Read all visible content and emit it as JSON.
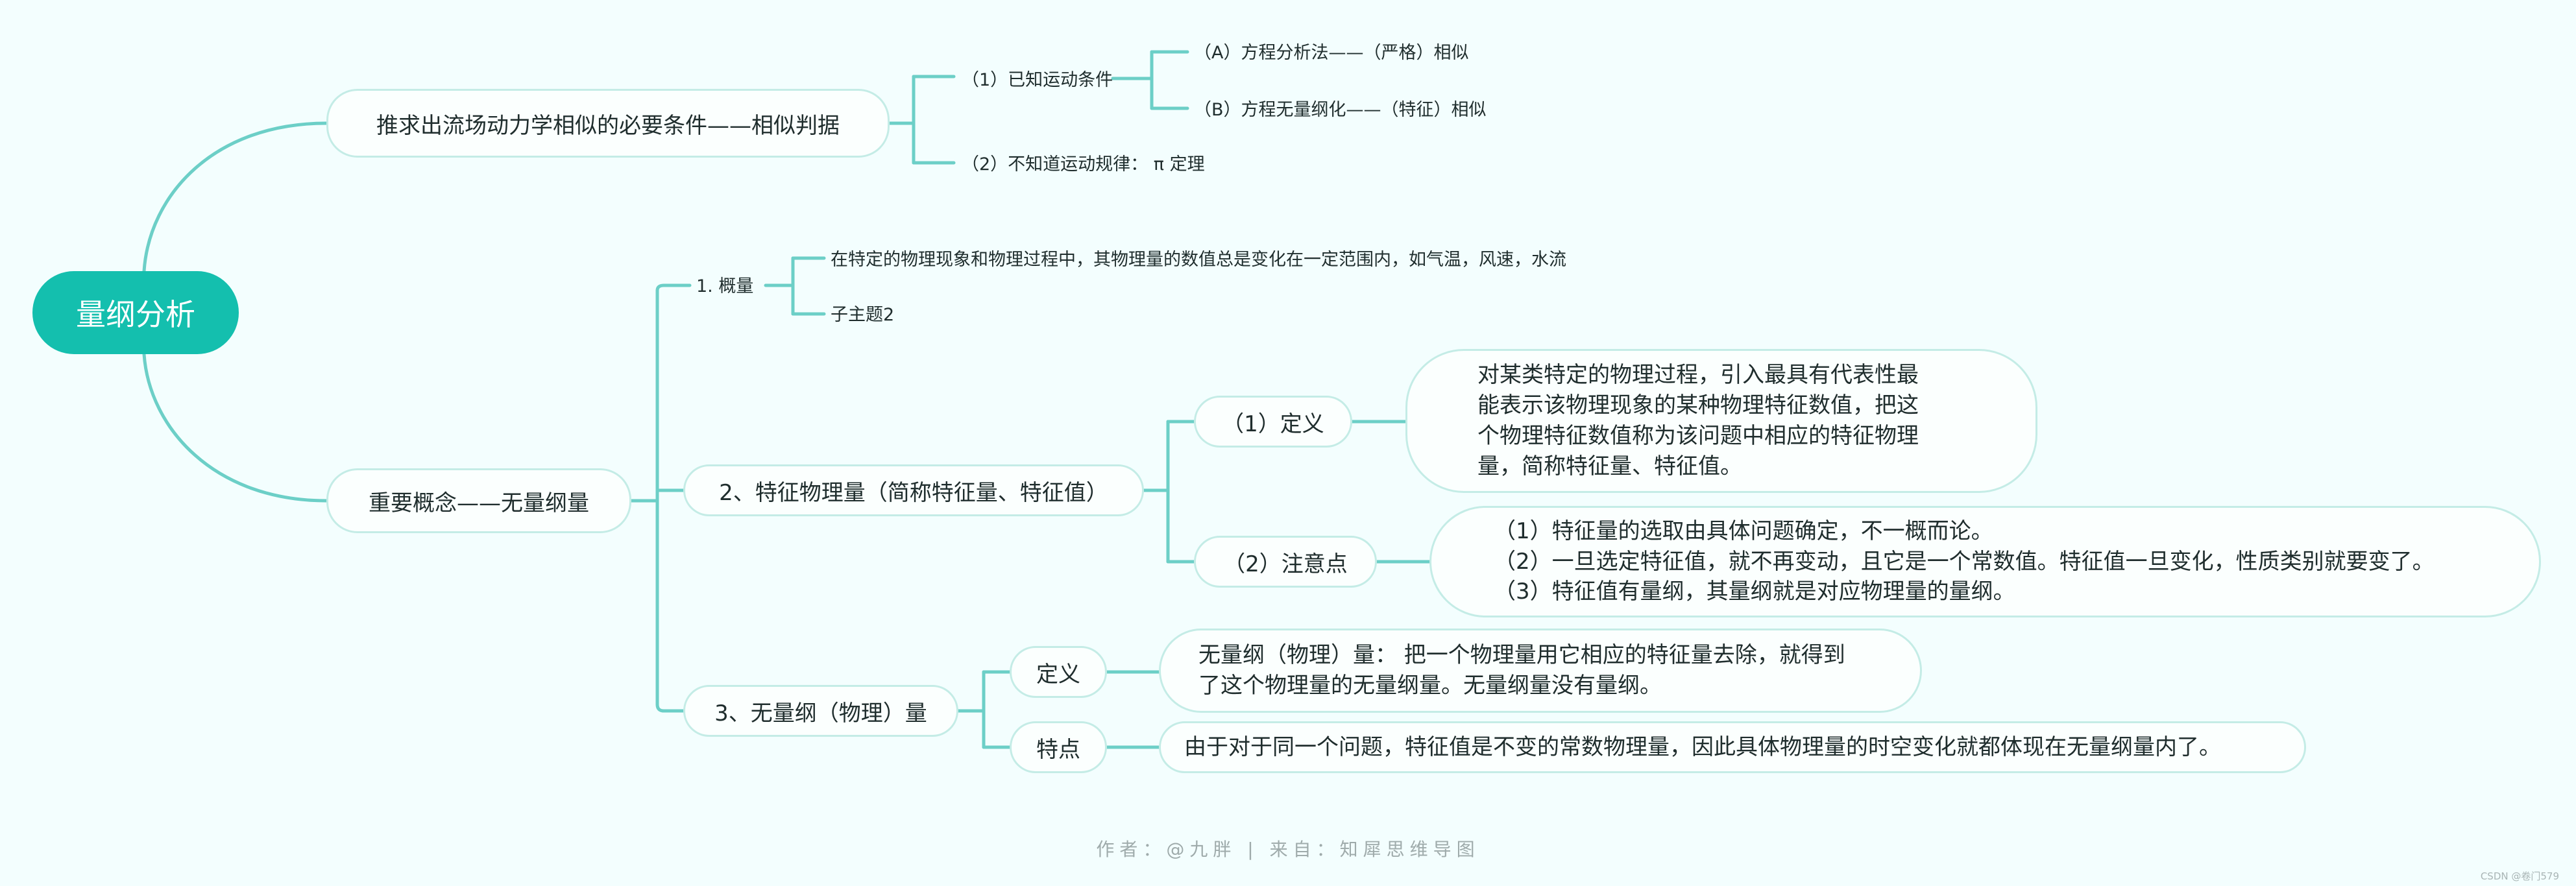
{
  "root": {
    "label": "量纲分析"
  },
  "branch_a": {
    "label": "推求出流场动力学相似的必要条件——相似判据",
    "known": {
      "label": "（1）已知运动条件",
      "items": [
        "（A）方程分析法——（严格）相似",
        "（B）方程无量纲化——（特征）相似"
      ]
    },
    "unknown": {
      "label": "（2）不知道运动规律： π 定理"
    }
  },
  "branch_b": {
    "label": "重要概念——无量纲量",
    "gailiang": {
      "label": "1. 概量",
      "items": [
        "在特定的物理现象和物理过程中，其物理量的数值总是变化在一定范围内，如气温，风速，水流",
        "子主题2"
      ]
    },
    "characteristic": {
      "label": "2、特征物理量（简称特征量、特征值）",
      "definition": {
        "label": "（1）定义",
        "text": [
          "对某类特定的物理过程，引入最具有代表性最",
          "能表示该物理现象的某种物理特征数值，把这",
          "个物理特征数值称为该问题中相应的特征物理",
          "量，简称特征量、特征值。"
        ]
      },
      "notes": {
        "label": "（2）注意点",
        "text": [
          "（1）特征量的选取由具体问题确定，不一概而论。",
          "（2）一旦选定特征值，就不再变动，且它是一个常数值。特征值一旦变化，性质类别就要变了。",
          "（3）特征值有量纲，其量纲就是对应物理量的量纲。"
        ]
      }
    },
    "dimensionless": {
      "label": "3、无量纲（物理）量",
      "definition": {
        "label": "定义",
        "text": [
          "无量纲（物理）量： 把一个物理量用它相应的特征量去除，就得到",
          "了这个物理量的无量纲量。无量纲量没有量纲。"
        ]
      },
      "feature": {
        "label": "特点",
        "text": [
          "由于对于同一个问题，特征值是不变的常数物理量，因此具体物理量的时空变化就都体现在无量纲量内了。"
        ]
      }
    }
  },
  "footer": "作者：@九胖 | 来自：知犀思维导图",
  "watermark": "CSDN @卷门579",
  "colors": {
    "root_fill": "#14bfae",
    "link": "#6ccfc7",
    "node_border": "#c4ece6",
    "background": "#f3fefe"
  }
}
